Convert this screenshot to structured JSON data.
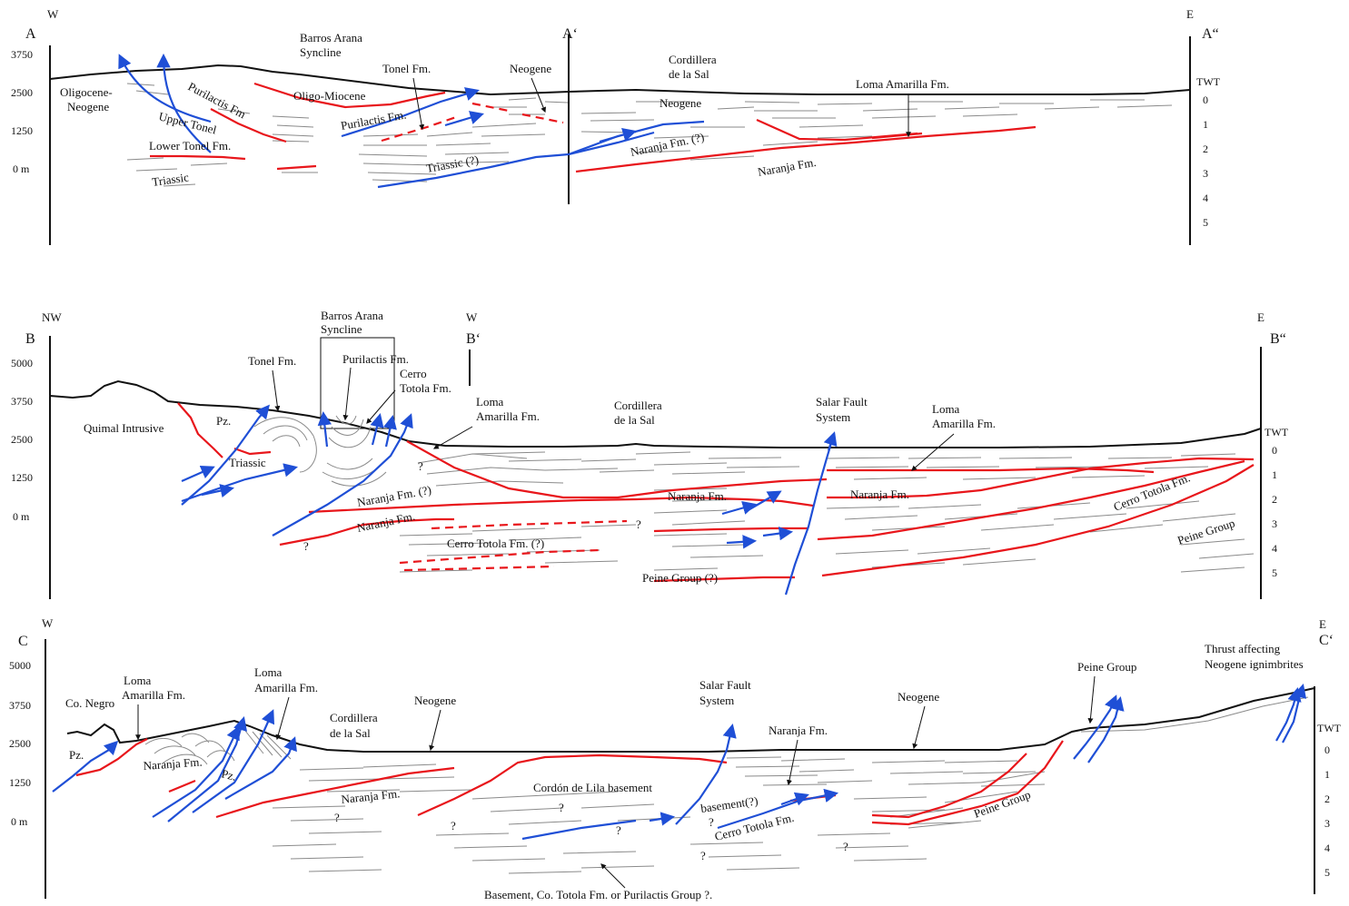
{
  "colors": {
    "horizon": "#e8161b",
    "fault": "#1f4fd6",
    "strata": "#8a8a8a",
    "topography": "#111111"
  },
  "section_a": {
    "letter": "A",
    "end_mid": "A‘",
    "end_right": "A“",
    "dir_left": "W",
    "dir_right": "E",
    "elev_ticks": [
      "3750",
      "2500",
      "1250",
      "0 m"
    ],
    "twt_title": "TWT",
    "twt_ticks": [
      "0",
      "1",
      "2",
      "3",
      "4",
      "5"
    ],
    "labels": {
      "barros_arana": [
        "Barros Arana",
        "Syncline"
      ],
      "oligocene": [
        "Oligocene-",
        "Neogene"
      ],
      "purilactis_fm": "Purilactis Fm",
      "upper_tonel": "Upper Tonel",
      "lower_tonel": "Lower Tonel Fm.",
      "triassic": "Triassic",
      "oligo_miocene": "Oligo-Miocene",
      "purilactis_fm2": "Purilactis Fm.",
      "tonel_fm": "Tonel Fm.",
      "neogene_top": "Neogene",
      "triassic_q": "Triassic (?)",
      "cordillera": [
        "Cordillera",
        "de la Sal"
      ],
      "neogene_mid": "Neogene",
      "naranja_q": "Naranja Fm. (?)",
      "loma_amarilla": "Loma Amarilla Fm.",
      "naranja": "Naranja Fm."
    }
  },
  "section_b": {
    "letter": "B",
    "end_mid": "B‘",
    "end_right": "B“",
    "dir_left": "NW",
    "dir_mid": "W",
    "dir_right": "E",
    "elev_ticks": [
      "5000",
      "3750",
      "2500",
      "1250",
      "0 m"
    ],
    "twt_title": "TWT",
    "twt_ticks": [
      "0",
      "1",
      "2",
      "3",
      "4",
      "5"
    ],
    "labels": {
      "barros_arana": [
        "Barros Arana",
        "Syncline"
      ],
      "tonel_fm": "Tonel Fm.",
      "purilactis_fm": "Purilactis Fm.",
      "cerro_totola": [
        "Cerro",
        "Totola Fm."
      ],
      "quimal": "Quimal Intrusive",
      "pz": "Pz.",
      "triassic": "Triassic",
      "loma_amarilla_w": [
        "Loma",
        "Amarilla Fm."
      ],
      "cordillera": [
        "Cordillera",
        "de la Sal"
      ],
      "salar_fault": [
        "Salar Fault",
        "System"
      ],
      "loma_amarilla_e": [
        "Loma",
        "Amarilla Fm."
      ],
      "q1": "?",
      "q2": "?",
      "q3": "?",
      "naranja_q": "Naranja Fm. (?)",
      "naranja_w": "Naranja Fm.",
      "naranja_mid": "Naranja Fm.",
      "naranja_e": "Naranja Fm.",
      "cerro_totola_q": "Cerro Totola Fm. (?)",
      "peine_q": "Peine Group (?)",
      "cerro_totola_e": "Cerro Totola Fm.",
      "peine_e": "Peine Group"
    }
  },
  "section_c": {
    "letter": "C",
    "end_right": "C‘",
    "dir_left": "W",
    "dir_right": "E",
    "elev_ticks": [
      "5000",
      "3750",
      "2500",
      "1250",
      "0 m"
    ],
    "twt_title": "TWT",
    "twt_ticks": [
      "0",
      "1",
      "2",
      "3",
      "4",
      "5"
    ],
    "labels": {
      "co_negro": "Co. Negro",
      "loma_amarilla_1": [
        "Loma",
        "Amarilla Fm."
      ],
      "loma_amarilla_2": [
        "Loma",
        "Amarilla Fm."
      ],
      "cordillera": [
        "Cordillera",
        "de la Sal"
      ],
      "neogene_1": "Neogene",
      "salar_fault": [
        "Salar Fault",
        "System"
      ],
      "neogene_2": "Neogene",
      "peine_top": "Peine Group",
      "thrust": [
        "Thrust affecting",
        "Neogene ignimbrites"
      ],
      "pz1": "Pz.",
      "naranja_1": "Naranja Fm.",
      "pz2": "Pz.",
      "naranja_2": "Naranja Fm.",
      "cordon": "Cordón de Lila basement",
      "naranja_3": "Naranja Fm.",
      "basement_q": "basement(?)",
      "cerro_totola": "Cerro Totola Fm.",
      "peine_group": "Peine Group",
      "bottom": "Basement, Co. Totola Fm. or Purilactis Group ?.",
      "q": "?"
    }
  }
}
